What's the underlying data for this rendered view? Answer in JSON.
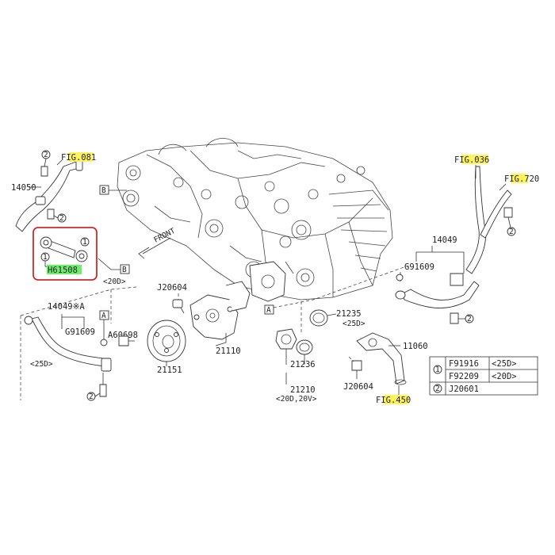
{
  "colors": {
    "highlight_yellow": "#fff35c",
    "highlight_green": "#6cf06c",
    "callout_red": "#cc2a2a"
  },
  "refs": {
    "fig081": "FIG.081",
    "fig036": "FIG.036",
    "fig720": "FIG.720",
    "fig450": "FIG.450"
  },
  "parts": {
    "p14050": "14050",
    "p14049": "14049",
    "p14049a": "14049※A",
    "g91609_left": "G91609",
    "g91609_right": "G91609",
    "h61508": "H61508",
    "a60698": "A60698",
    "j20604_top": "J20604",
    "j20604_bottom": "J20604",
    "p21110": "21110",
    "p21151": "21151",
    "p21235": "21235",
    "p21236": "21236",
    "p21210": "21210",
    "p11060": "11060"
  },
  "notes": {
    "n20d_b": "<20D>",
    "n25d_left": "<25D>",
    "n25d_mid": "<25D>",
    "n20d20v": "<20D,20V>",
    "front": "FRONT"
  },
  "markers": {
    "a": "A",
    "b": "B",
    "one": "1",
    "two": "2"
  },
  "legend": [
    {
      "key": "1",
      "part": "F91916",
      "note": "<25D>"
    },
    {
      "key": "",
      "part": "F92209",
      "note": "<20D>"
    },
    {
      "key": "2",
      "part": "J20601",
      "note": ""
    }
  ]
}
